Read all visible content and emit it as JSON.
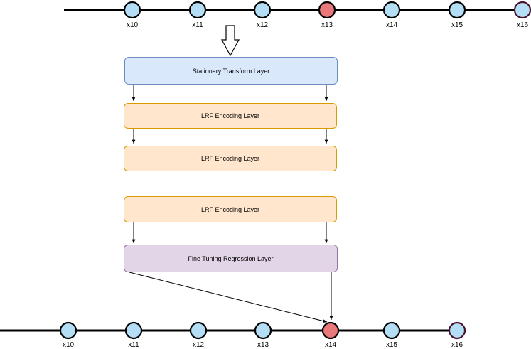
{
  "top_sequence": {
    "nodes": [
      {
        "label": "x10",
        "highlighted": false
      },
      {
        "label": "x11",
        "highlighted": false
      },
      {
        "label": "x12",
        "highlighted": false
      },
      {
        "label": "x13",
        "highlighted": true
      },
      {
        "label": "x14",
        "highlighted": false
      },
      {
        "label": "x15",
        "highlighted": false
      },
      {
        "label": "x16",
        "highlighted": false,
        "last": true
      }
    ]
  },
  "bottom_sequence": {
    "nodes": [
      {
        "label": "x10",
        "highlighted": false
      },
      {
        "label": "x11",
        "highlighted": false
      },
      {
        "label": "x12",
        "highlighted": false
      },
      {
        "label": "x13",
        "highlighted": false
      },
      {
        "label": "x14",
        "highlighted": true
      },
      {
        "label": "x15",
        "highlighted": false
      },
      {
        "label": "x16",
        "highlighted": false,
        "last": true
      }
    ]
  },
  "layers": {
    "stationary": "Stationary Transform Layer",
    "lrf_1": "LRF Encoding Layer",
    "lrf_2": "LRF Encoding Layer",
    "lrf_n": "LRF Encoding Layer",
    "fine_tuning": "Fine Tuning Regression Layer",
    "ellipsis": "... ..."
  },
  "colors": {
    "node_fill": "#b3def5",
    "node_highlight_fill": "#e8787a",
    "node_last_fill": "#b3def5",
    "node_last_stroke": "#4a1030",
    "blue_layer": "#dae8fc",
    "orange_layer": "#ffe6cc",
    "purple_layer": "#e1d5e7"
  }
}
